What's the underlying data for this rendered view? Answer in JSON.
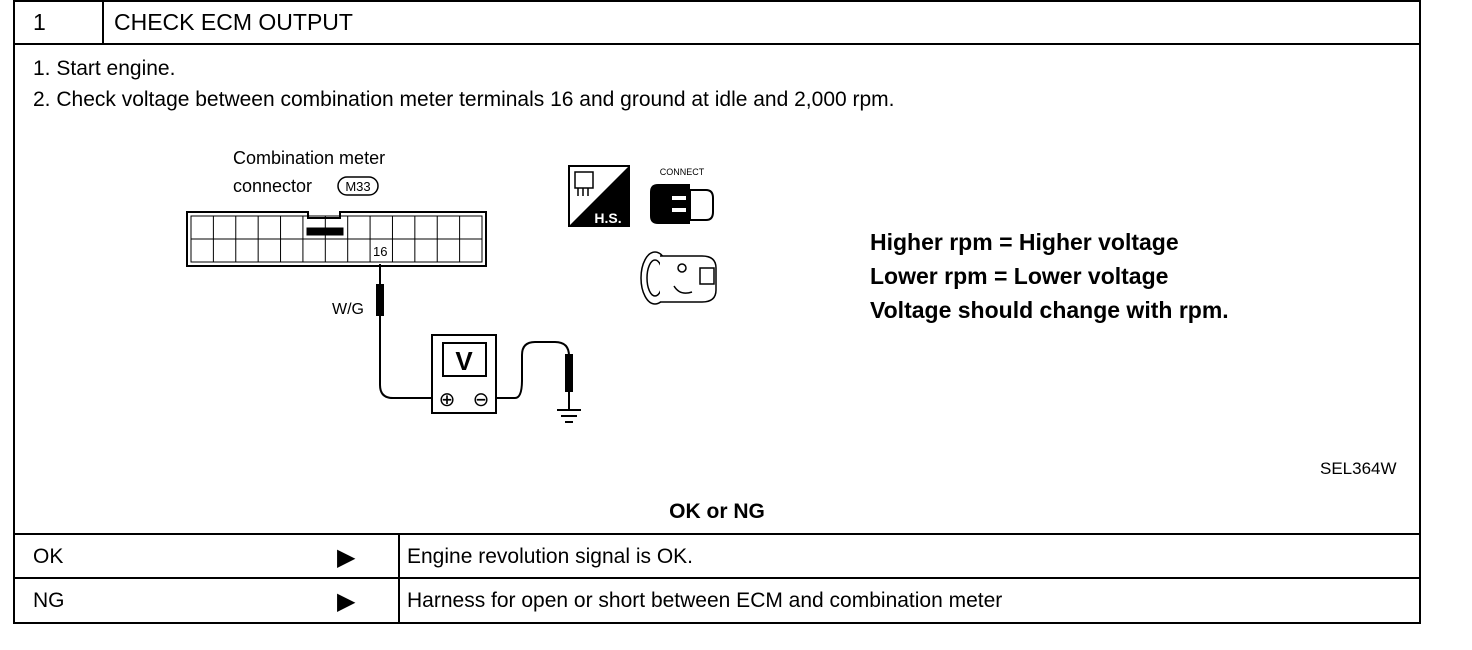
{
  "step": {
    "number": "1",
    "title": "CHECK ECM OUTPUT"
  },
  "instructions": [
    "1.  Start engine.",
    "2.  Check voltage between combination meter terminals 16 and ground at idle and 2,000 rpm."
  ],
  "diagram": {
    "connector_label_line1": "Combination  meter",
    "connector_label_line2": "connector",
    "connector_id": "M33",
    "terminal_number": "16",
    "wire_color": "W/G",
    "meter_symbol": "V",
    "plus_symbol": "⊕",
    "minus_symbol": "⊖",
    "connect_label": "CONNECT",
    "hs_label": "H.S.",
    "icons": [
      "harness-side-icon",
      "connector-connect-icon",
      "key-ignition-icon"
    ],
    "ref_code": "SEL364W"
  },
  "notes": [
    "Higher rpm = Higher voltage",
    "Lower rpm = Lower voltage",
    "Voltage should change with rpm."
  ],
  "result_heading": "OK or NG",
  "results": [
    {
      "label": "OK",
      "arrow": "▶",
      "desc": "Engine revolution signal is OK."
    },
    {
      "label": "NG",
      "arrow": "▶",
      "desc": "Harness for open or short between ECM and combination meter"
    }
  ]
}
